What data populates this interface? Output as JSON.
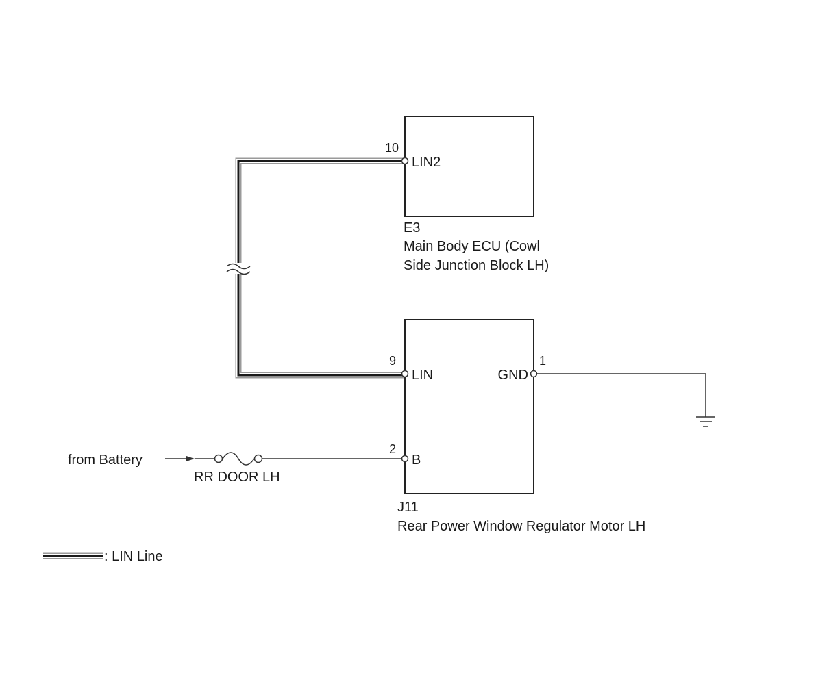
{
  "components": {
    "ecu": {
      "connector": "E3",
      "name_line1": "Main Body ECU (Cowl",
      "name_line2": "Side Junction Block LH)",
      "pin_lin2_number": "10",
      "pin_lin2_label": "LIN2"
    },
    "motor": {
      "connector": "J11",
      "name": "Rear Power Window Regulator Motor LH",
      "pin_lin_number": "9",
      "pin_lin_label": "LIN",
      "pin_gnd_number": "1",
      "pin_gnd_label": "GND",
      "pin_b_number": "2",
      "pin_b_label": "B"
    }
  },
  "power": {
    "source_label": "from Battery",
    "fuse_label": "RR DOOR LH"
  },
  "legend": {
    "lin_line_label": ": LIN Line"
  },
  "colors": {
    "lin_line_outer": "#9a9a9a",
    "lin_line_inner": "#1a1a1a",
    "wire": "#333333"
  }
}
